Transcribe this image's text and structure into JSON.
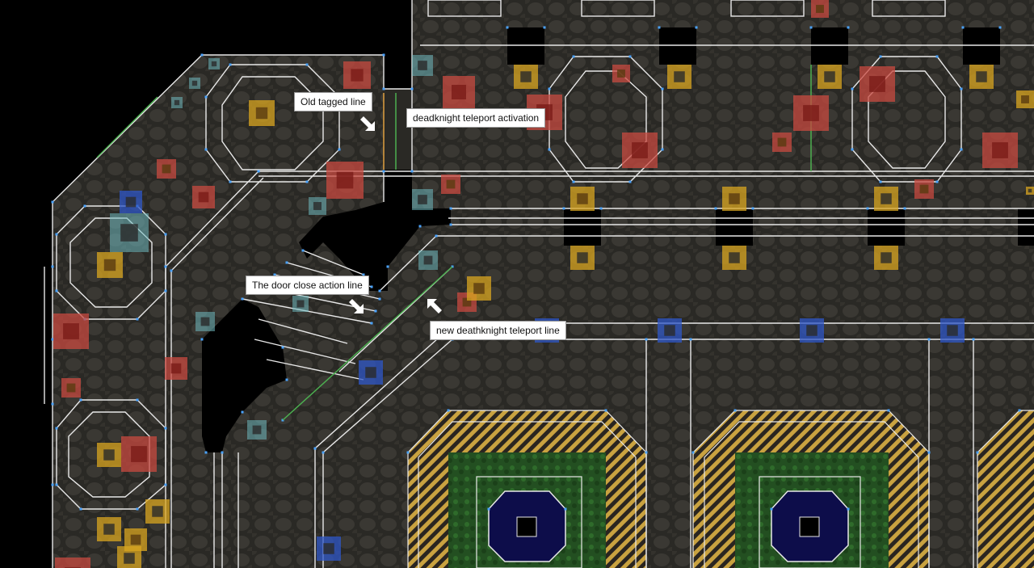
{
  "annotations": {
    "old_tagged_line": "Old tagged line",
    "deadknight_teleport_activation": "deadknight teleport activation",
    "door_close_action_line": "The door close action line",
    "new_deathknight_teleport_line": "new deathknight teleport line"
  },
  "colors": {
    "background": "#000000",
    "floor": "#2b2a26",
    "wall_line": "#e8e8e8",
    "vertex": "#4aa3ff",
    "hazard_stripe": "#c9a240",
    "nukage_floor": "#2f6b2b",
    "teleport_pad": "#0d0d4a",
    "monster_tile": "#c84a40",
    "item_tile": "#d9a520",
    "cyan_tile": "#6fb9c0",
    "blue_tile": "#2f57c8",
    "line_action": "#4caf50"
  },
  "icons": {
    "arrow": "arrow-pointer-icon",
    "monster": "demon-thing-icon",
    "ammo": "ammo-box-icon",
    "lamp": "lamp-thing-icon",
    "armor": "armor-thing-icon"
  }
}
